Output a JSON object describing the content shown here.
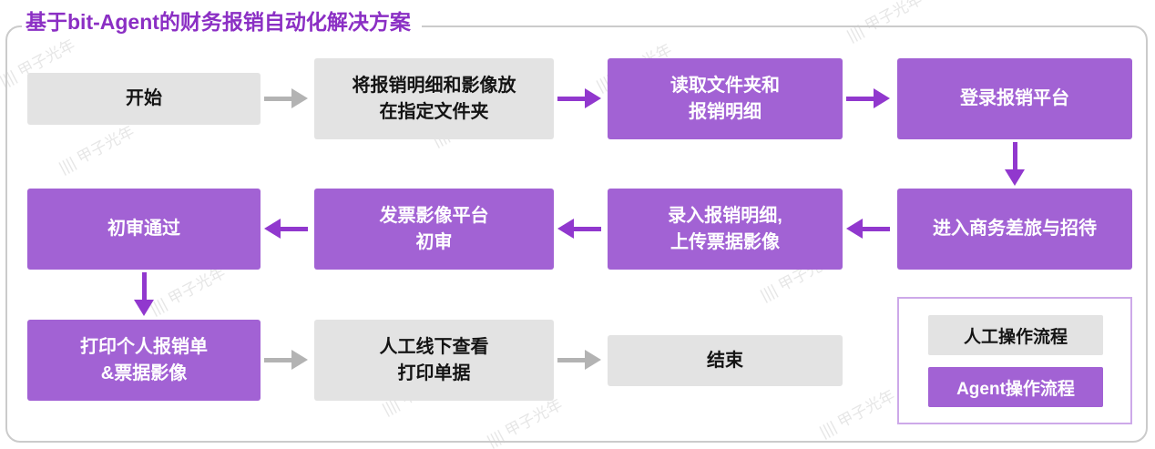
{
  "title": "基于bit-Agent的财务报销自动化解决方案",
  "watermark": {
    "text": "|||| 甲子光年"
  },
  "colors": {
    "agent_fill": "#a262d4",
    "manual_fill": "#e3e3e3",
    "title_text": "#8b2fc4",
    "agent_arrow": "#9138ce",
    "manual_arrow": "#b3b3b3",
    "frame_border": "#cbcbcb",
    "legend_border": "#cda9e9"
  },
  "nodes": {
    "start": {
      "label": "开始",
      "type": "manual"
    },
    "put_files": {
      "label": "将报销明细和影像放\n在指定文件夹",
      "type": "manual"
    },
    "read_folder": {
      "label": "读取文件夹和\n报销明细",
      "type": "agent"
    },
    "login": {
      "label": "登录报销平台",
      "type": "agent"
    },
    "enter_travel": {
      "label": "进入商务差旅与招待",
      "type": "agent"
    },
    "input_details": {
      "label": "录入报销明细,\n上传票据影像",
      "type": "agent"
    },
    "invoice_review": {
      "label": "发票影像平台\n初审",
      "type": "agent"
    },
    "review_passed": {
      "label": "初审通过",
      "type": "agent"
    },
    "print": {
      "label": "打印个人报销单\n&票据影像",
      "type": "agent"
    },
    "offline_check": {
      "label": "人工线下查看\n打印单据",
      "type": "manual"
    },
    "end": {
      "label": "结束",
      "type": "manual"
    }
  },
  "legend": {
    "manual_label": "人工操作流程",
    "agent_label": "Agent操作流程"
  }
}
